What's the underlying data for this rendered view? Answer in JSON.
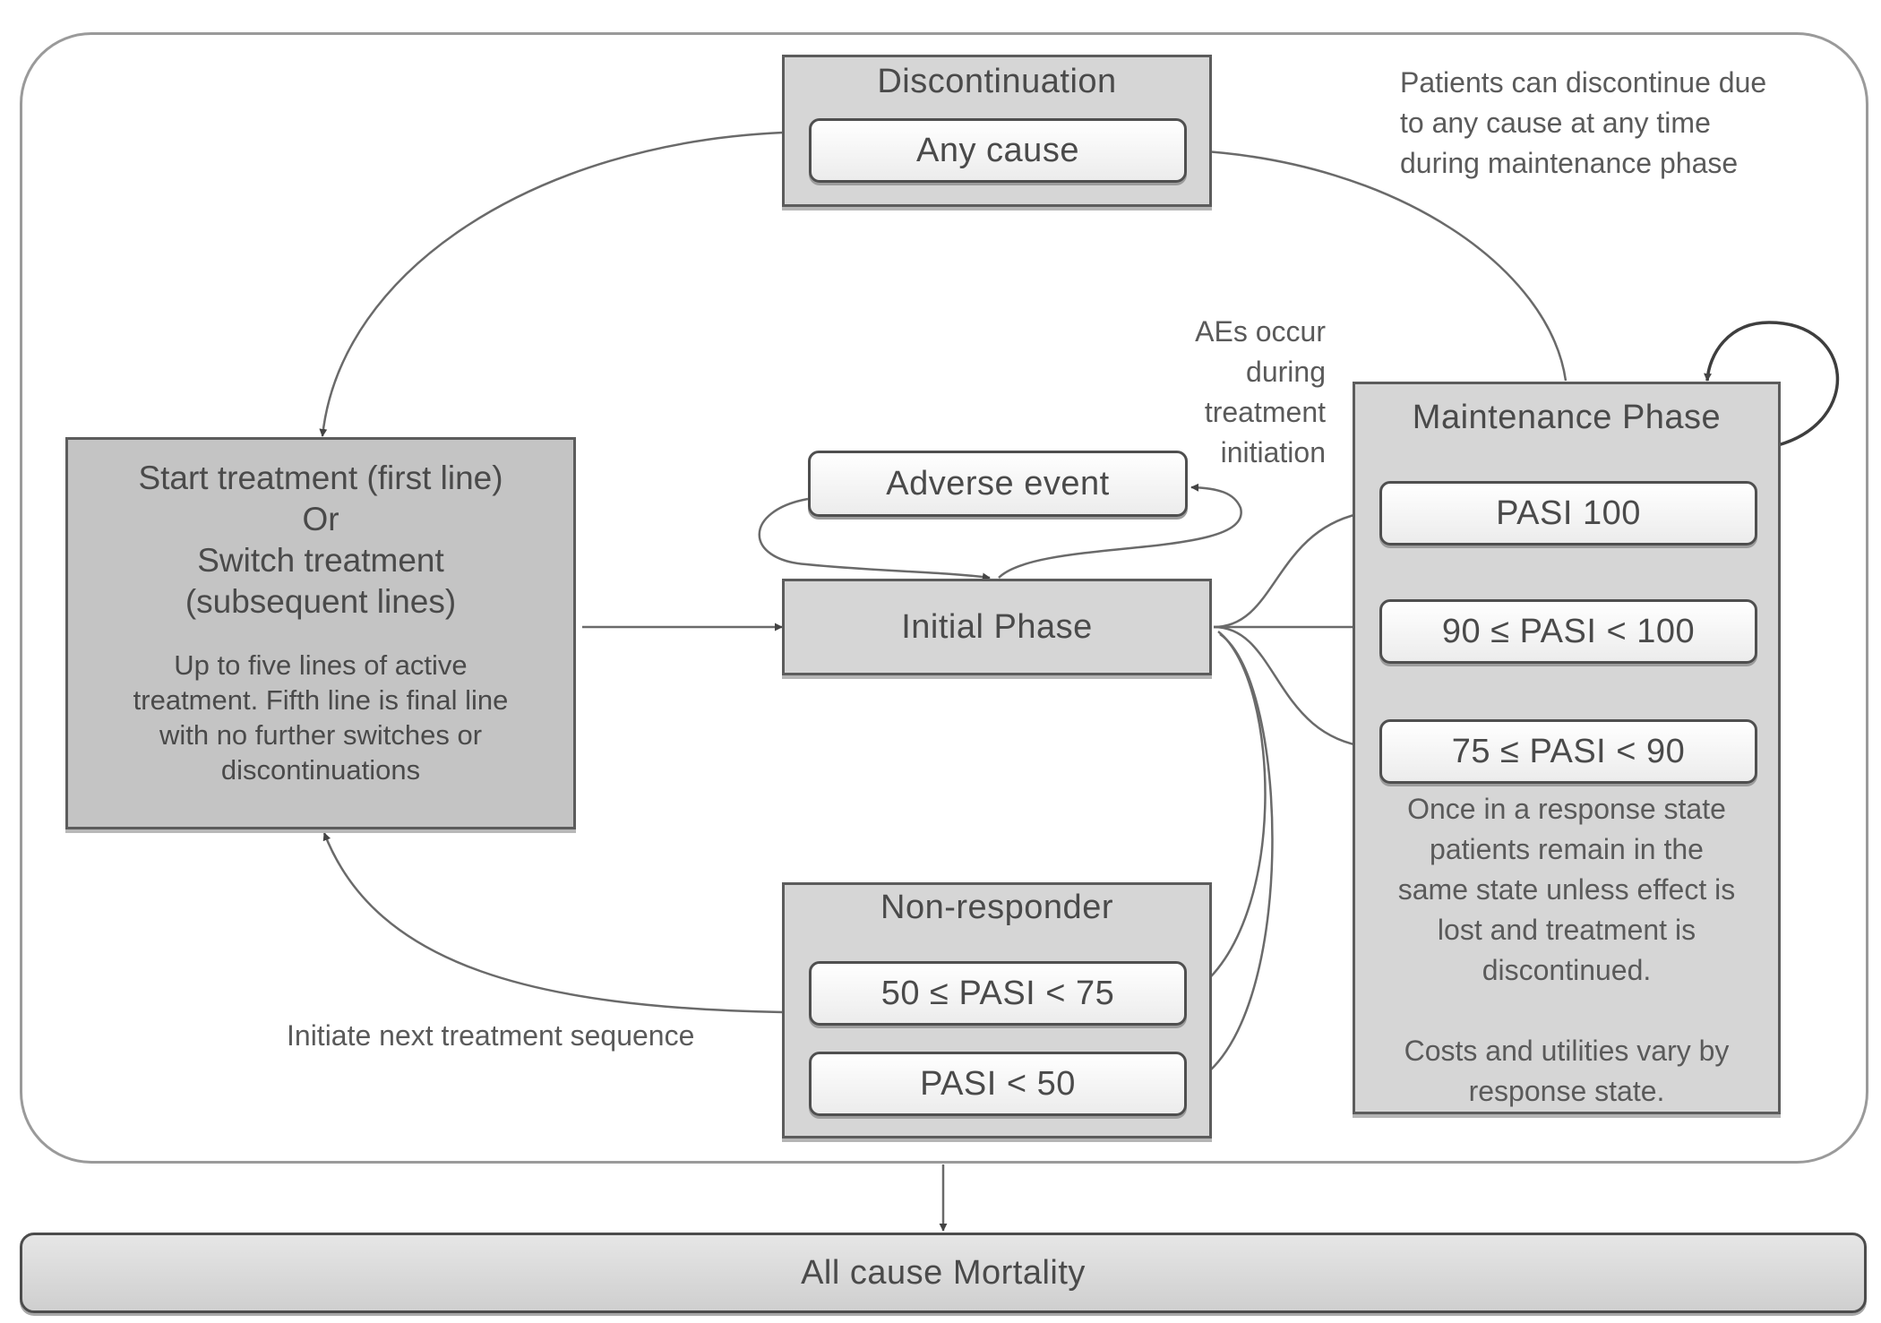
{
  "diagram": {
    "discontinuation": {
      "title": "Discontinuation",
      "any_cause": "Any cause"
    },
    "discontinuation_note": [
      "Patients can discontinue due",
      "to any cause at any time",
      "during maintenance phase"
    ],
    "ae_note": [
      "AEs occur",
      "during",
      "treatment",
      "initiation"
    ],
    "start_treatment": {
      "lines": [
        "Start treatment (first line)",
        "Or",
        "Switch treatment",
        "(subsequent lines)"
      ],
      "note": [
        "Up to five lines of active",
        "treatment. Fifth line is final line",
        "with no further switches or",
        "discontinuations"
      ]
    },
    "adverse_event": "Adverse event",
    "initial_phase": "Initial Phase",
    "maintenance": {
      "title": "Maintenance Phase",
      "states": [
        "PASI 100",
        "90 ≤ PASI < 100",
        "75 ≤ PASI < 90"
      ],
      "note": [
        "Once in a response state",
        "patients remain in the",
        "same state unless effect is",
        "lost and treatment is",
        "discontinued."
      ],
      "note2": [
        "Costs and utilities vary by",
        "response state."
      ]
    },
    "non_responder": {
      "title": "Non-responder",
      "states": [
        "50 ≤ PASI < 75",
        "PASI < 50"
      ]
    },
    "next_sequence_note": "Initiate next treatment sequence",
    "mortality": "All cause Mortality"
  },
  "colors": {
    "box_fill": "#d6d6d6",
    "box_border": "#5c5c5c",
    "arrow": "#6a6a6a",
    "outer_border": "#9a9a9a"
  }
}
